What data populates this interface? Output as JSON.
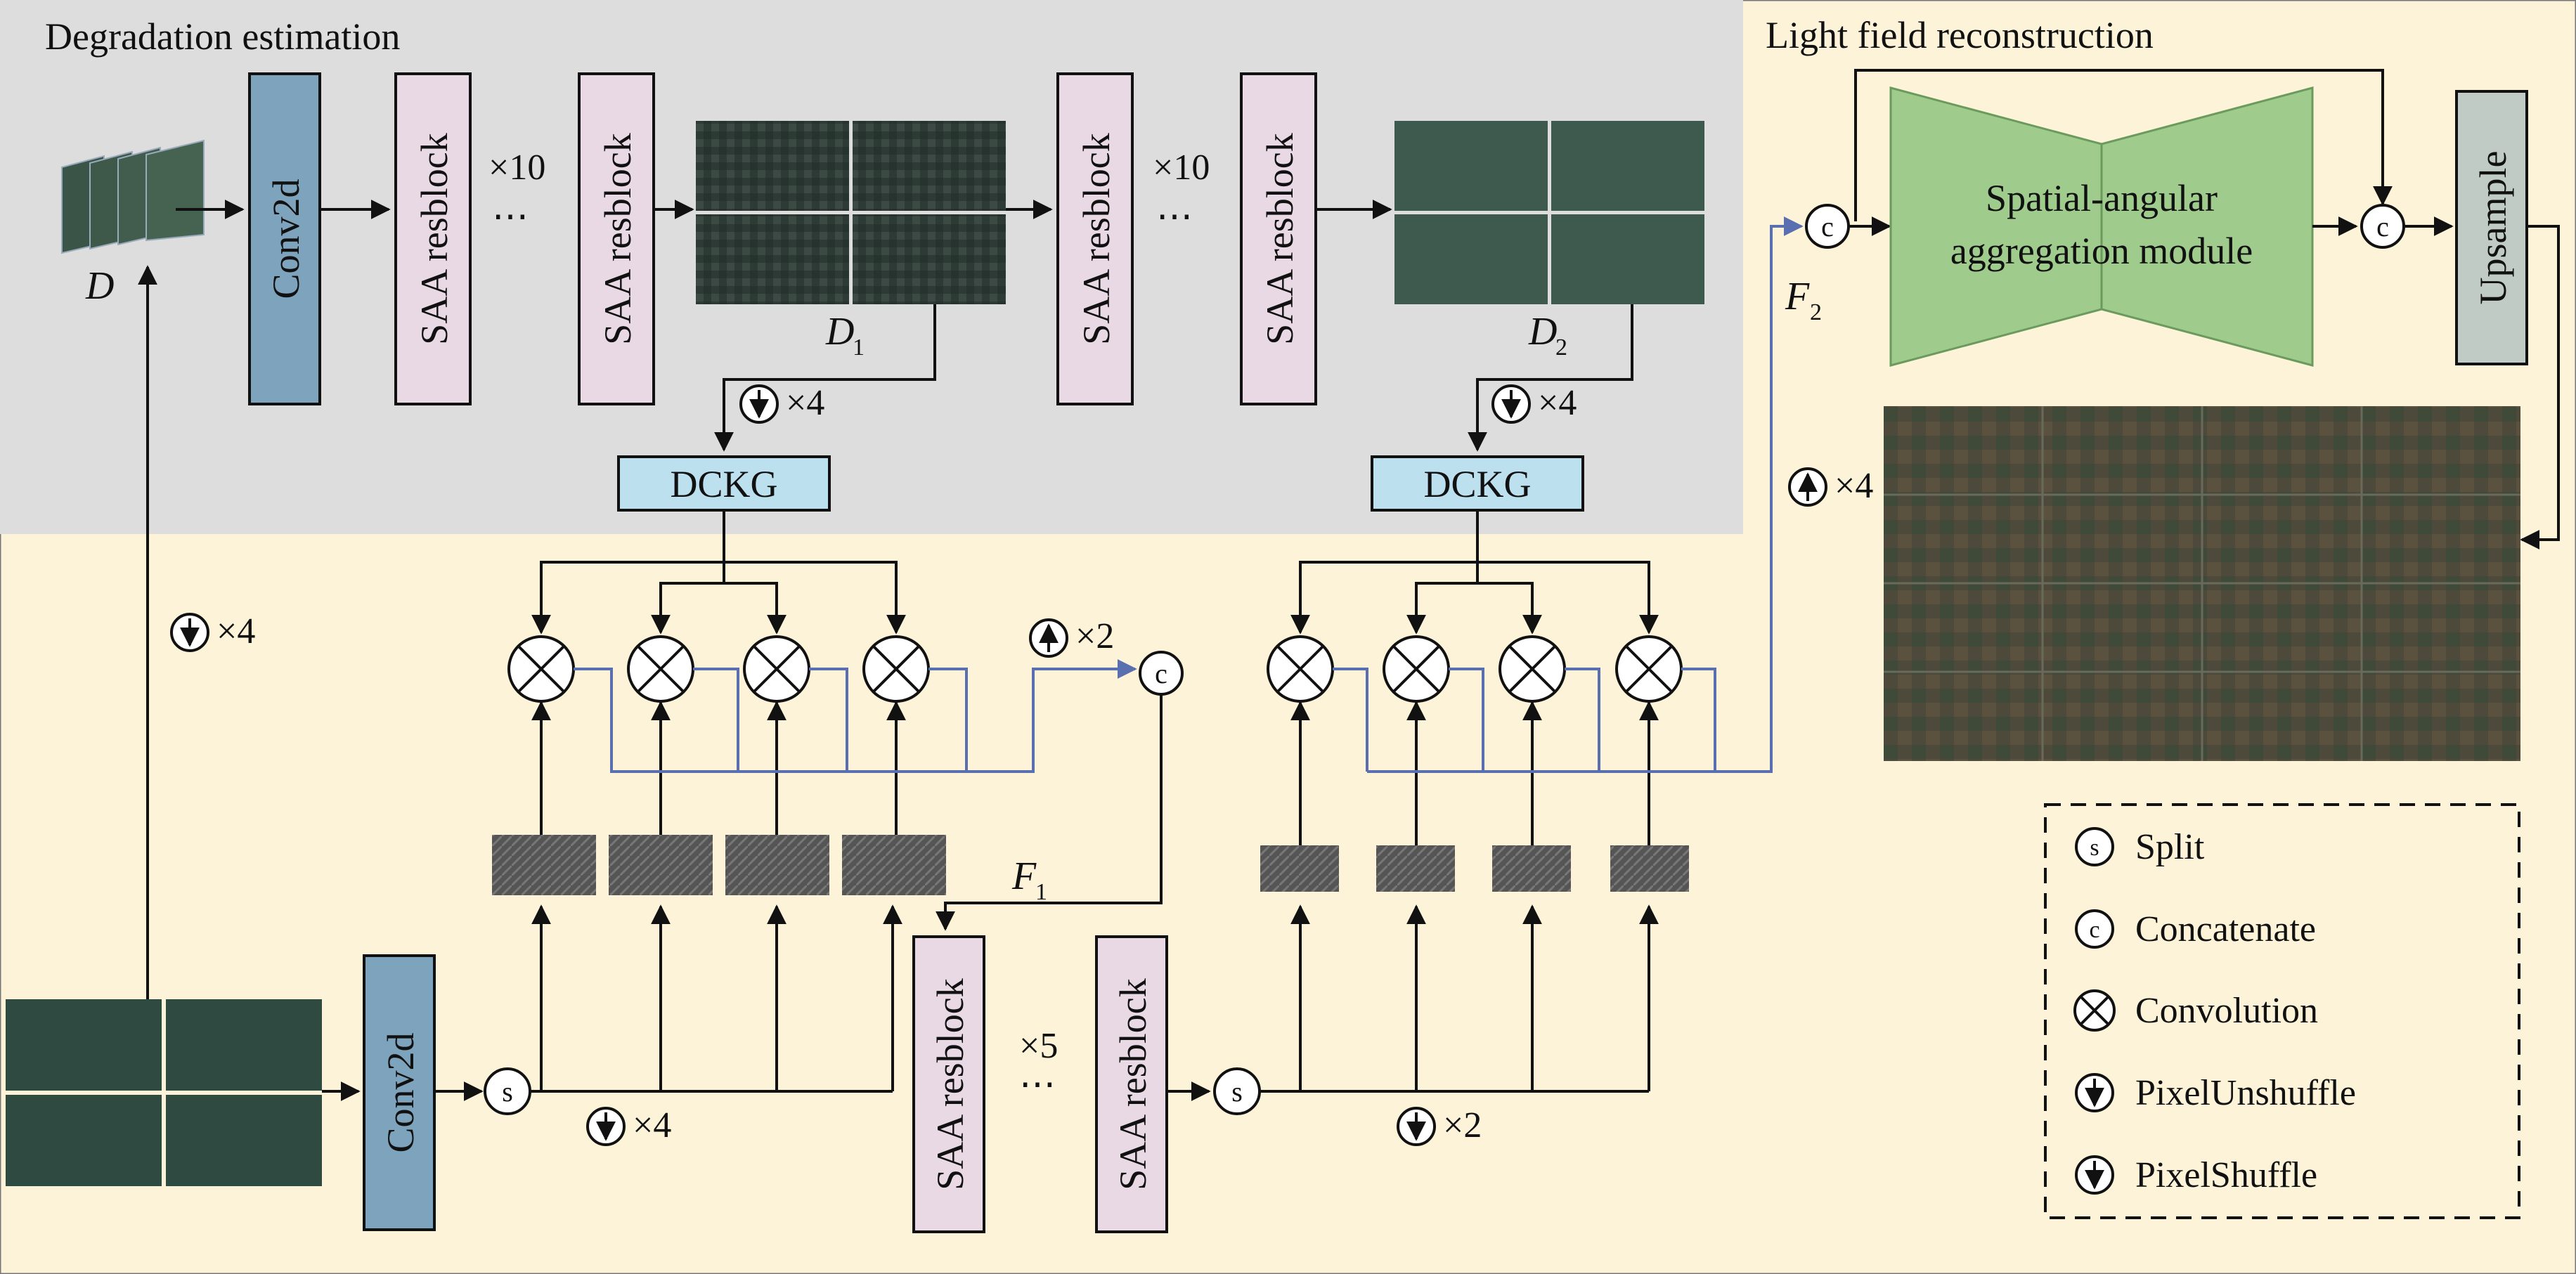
{
  "sections": {
    "degradation_title": "Degradation estimation",
    "lf_title": "Light field reconstruction"
  },
  "blocks": {
    "conv2d": "Conv2d",
    "saa": "SAA resblock",
    "dckg": "DCKG",
    "sam_line1": "Spatial-angular",
    "sam_line2": "aggregation module",
    "upsample": "Upsample"
  },
  "labels": {
    "D": "D",
    "D1": "D",
    "D1_sub": "1",
    "D2": "D",
    "D2_sub": "2",
    "F1": "F",
    "F1_sub": "1",
    "F2": "F",
    "F2_sub": "2",
    "x10": "×10",
    "x4": "×4",
    "x2": "×2",
    "x5": "×5",
    "dots": "⋯"
  },
  "symbols": {
    "split": "s",
    "concat": "c"
  },
  "legend": {
    "split": "Split",
    "concatenate": "Concatenate",
    "convolution": "Convolution",
    "pixelunshuffle": "PixelUnshuffle",
    "pixelshuffle": "PixelShuffle"
  },
  "colors": {
    "gray_bg": "#dedddd",
    "cream_bg": "#fdf3d8",
    "conv_fill": "#7da3bd",
    "saa_fill": "#e9d9e5",
    "dckg_fill": "#bde0ef",
    "sam_fill": "#9fcc8d",
    "upsample_fill": "#bfcbc4",
    "blue_line": "#5a6fb0"
  }
}
